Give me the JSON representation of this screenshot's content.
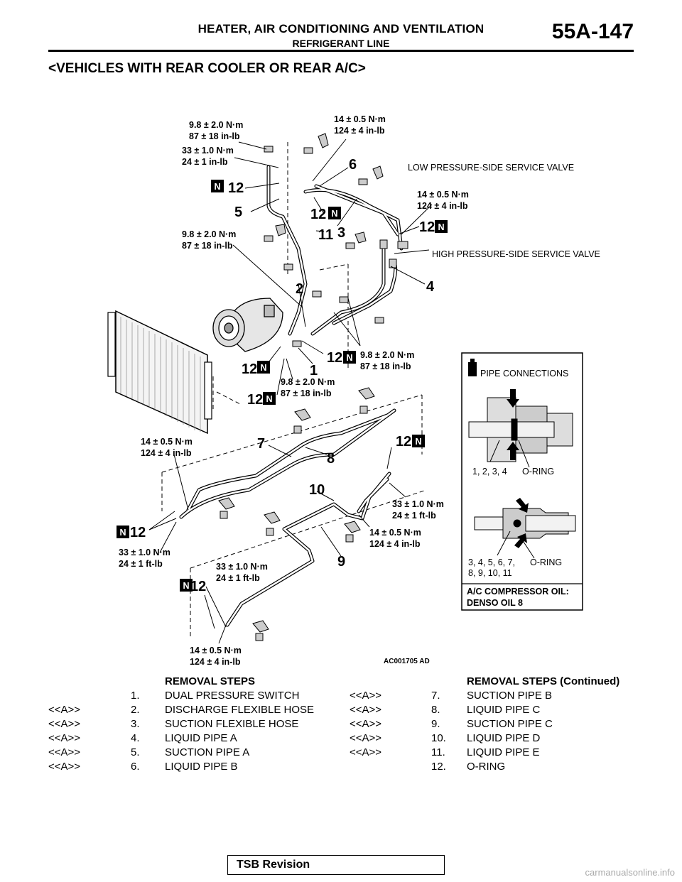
{
  "header": {
    "title": "HEATER, AIR CONDITIONING AND VENTILATION",
    "subtitle": "REFRIGERANT LINE",
    "page_number": "55A-147"
  },
  "section_title": "<VEHICLES WITH REAR COOLER OR REAR A/C>",
  "diagram": {
    "torque": {
      "t1a": "9.8 ± 2.0 N·m",
      "t1b": "87 ± 18 in-lb",
      "t2a": "14 ± 0.5 N·m",
      "t2b": "124 ± 4 in-lb",
      "t3a": "33 ± 1.0 N·m",
      "t3b": "24 ± 1 in-lb",
      "t4a": "14 ± 0.5 N·m",
      "t4b": "124 ± 4 in-lb",
      "t5a": "9.8 ± 2.0 N·m",
      "t5b": "87 ± 18 in-lb",
      "t6a": "9.8 ± 2.0 N·m",
      "t6b": "87 ± 18 in-lb",
      "t7a": "9.8 ± 2.0 N·m",
      "t7b": "87 ± 18 in-lb",
      "t8a": "14 ± 0.5 N·m",
      "t8b": "124 ± 4 in-lb",
      "t9a": "33 ± 1.0 N·m",
      "t9b": "24 ± 1 ft-lb",
      "t10a": "14 ± 0.5 N·m",
      "t10b": "124 ± 4 in-lb",
      "t11a": "33 ± 1.0 N·m",
      "t11b": "24 ± 1 ft-lb",
      "t12a": "33 ± 1.0 N·m",
      "t12b": "24 ± 1 ft-lb",
      "t13a": "14 ± 0.5 N·m",
      "t13b": "124 ± 4 in-lb"
    },
    "labels": {
      "low_valve": "LOW PRESSURE-SIDE SERVICE VALVE",
      "high_valve": "HIGH PRESSURE-SIDE SERVICE VALVE",
      "pipe_connections": "PIPE CONNECTIONS",
      "conn1": "1, 2, 3, 4",
      "oring1": "O-RING",
      "conn2a": "3, 4, 5, 6, 7,",
      "conn2b": "8, 9, 10, 11",
      "oring2": "O-RING",
      "oil1": "A/C COMPRESSOR OIL:",
      "oil2": "DENSO OIL 8",
      "code": "AC001705 AD",
      "n": "N"
    },
    "numbers": {
      "n1": "1",
      "n2": "2",
      "n3": "3",
      "n4": "4",
      "n5": "5",
      "n6": "6",
      "n7": "7",
      "n8": "8",
      "n9": "9",
      "n10": "10",
      "n11": "11",
      "n12": "12"
    }
  },
  "removal_steps": {
    "heading": "REMOVAL STEPS",
    "items": [
      {
        "ref": "",
        "num": "1.",
        "name": "DUAL PRESSURE SWITCH"
      },
      {
        "ref": "<<A>>",
        "num": "2.",
        "name": "DISCHARGE FLEXIBLE HOSE"
      },
      {
        "ref": "<<A>>",
        "num": "3.",
        "name": "SUCTION FLEXIBLE HOSE"
      },
      {
        "ref": "<<A>>",
        "num": "4.",
        "name": "LIQUID PIPE A"
      },
      {
        "ref": "<<A>>",
        "num": "5.",
        "name": "SUCTION PIPE A"
      },
      {
        "ref": "<<A>>",
        "num": "6.",
        "name": "LIQUID PIPE B"
      }
    ]
  },
  "removal_steps_continued": {
    "heading": "REMOVAL STEPS (Continued)",
    "items": [
      {
        "ref": "<<A>>",
        "num": "7.",
        "name": "SUCTION PIPE B"
      },
      {
        "ref": "<<A>>",
        "num": "8.",
        "name": "LIQUID PIPE C"
      },
      {
        "ref": "<<A>>",
        "num": "9.",
        "name": "SUCTION PIPE C"
      },
      {
        "ref": "<<A>>",
        "num": "10.",
        "name": "LIQUID PIPE D"
      },
      {
        "ref": "<<A>>",
        "num": "11.",
        "name": "LIQUID PIPE E"
      },
      {
        "ref": "",
        "num": "12.",
        "name": "O-RING"
      }
    ]
  },
  "footer": {
    "tsb": "TSB Revision",
    "watermark": "carmanualsonline.info"
  }
}
